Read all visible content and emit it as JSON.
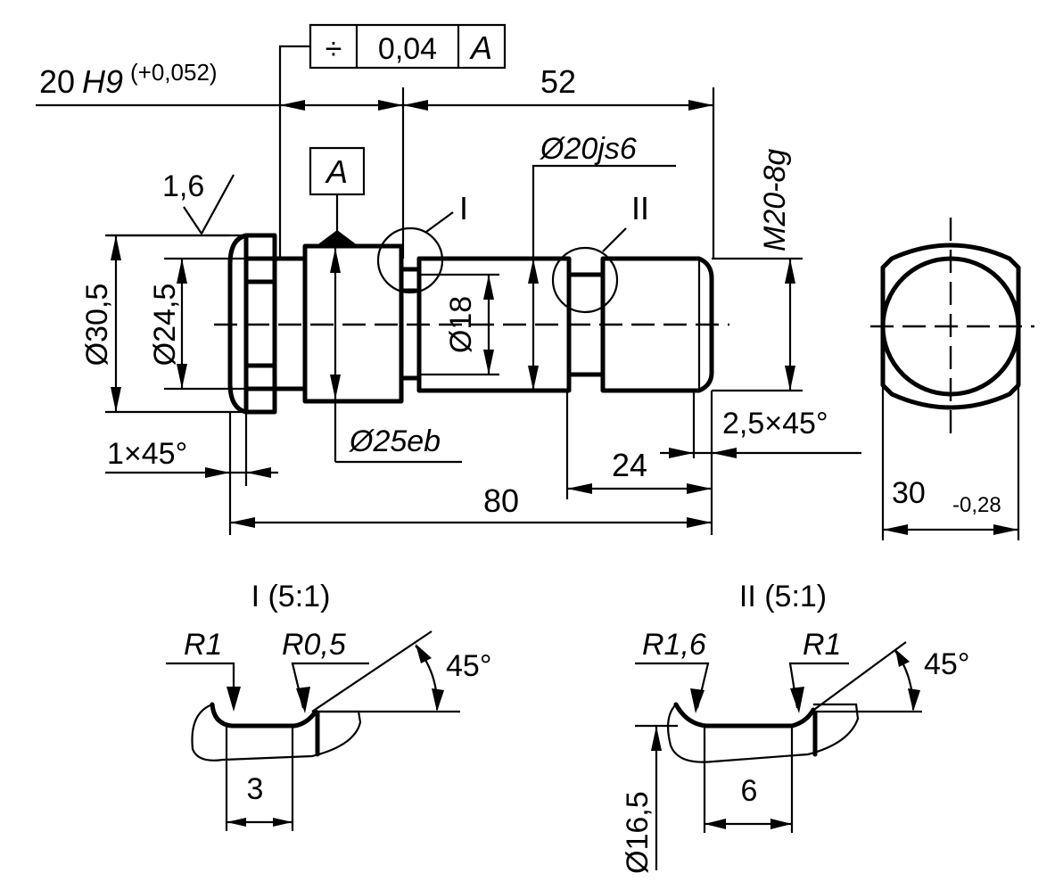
{
  "tolerance_frame": {
    "symbol": "÷",
    "value": "0,04",
    "datum": "A"
  },
  "datum_label": "A",
  "labels": {
    "fit_hole": "20",
    "fit_hole_class": "H9",
    "fit_hole_tol": "(+0,052)",
    "len_52": "52",
    "dia_20js6": "Ø20js6",
    "thread": "M20-8g",
    "detail_1_marker": "I",
    "detail_2_marker": "II",
    "roughness": "1,6",
    "dia_30_5": "Ø30,5",
    "dia_24_5": "Ø24,5",
    "dia_18": "Ø18",
    "dia_25eb": "Ø25eb",
    "chamfer_1": "1×45°",
    "chamfer_2": "2,5×45°",
    "len_24": "24",
    "len_80": "80",
    "width_30": "30",
    "width_30_tol": "-0,28"
  },
  "detail_1": {
    "title": "I (5:1)",
    "radius_left": "R1",
    "radius_right": "R0,5",
    "angle": "45°",
    "width": "3"
  },
  "detail_2": {
    "title": "II (5:1)",
    "radius_left": "R1,6",
    "radius_right": "R1",
    "angle": "45°",
    "width": "6",
    "diameter": "Ø16,5"
  }
}
